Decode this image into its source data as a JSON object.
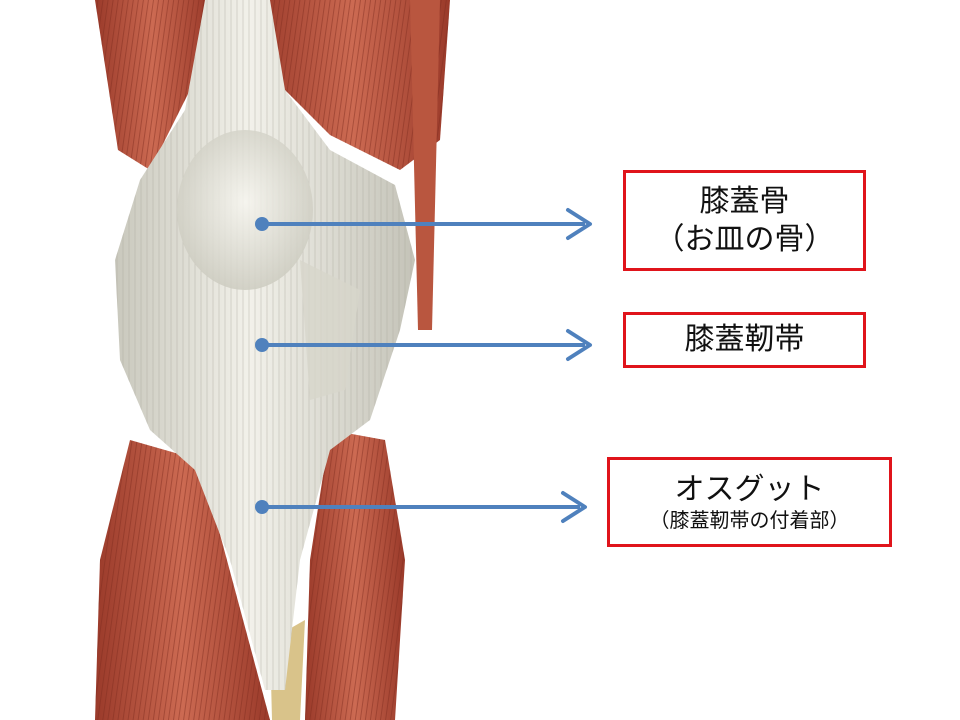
{
  "labels": {
    "patella": {
      "main": "膝蓋骨",
      "sub": "（お皿の骨）"
    },
    "patellar_ligament": {
      "main": "膝蓋靭帯"
    },
    "osgood": {
      "main": "オスグット",
      "sub": "（膝蓋靭帯の付着部）"
    }
  },
  "colors": {
    "box_border": "#e0141b",
    "arrow": "#4f81bd",
    "muscle": "#b8533f",
    "tendon": "#e6e5dc",
    "background": "#ffffff"
  }
}
